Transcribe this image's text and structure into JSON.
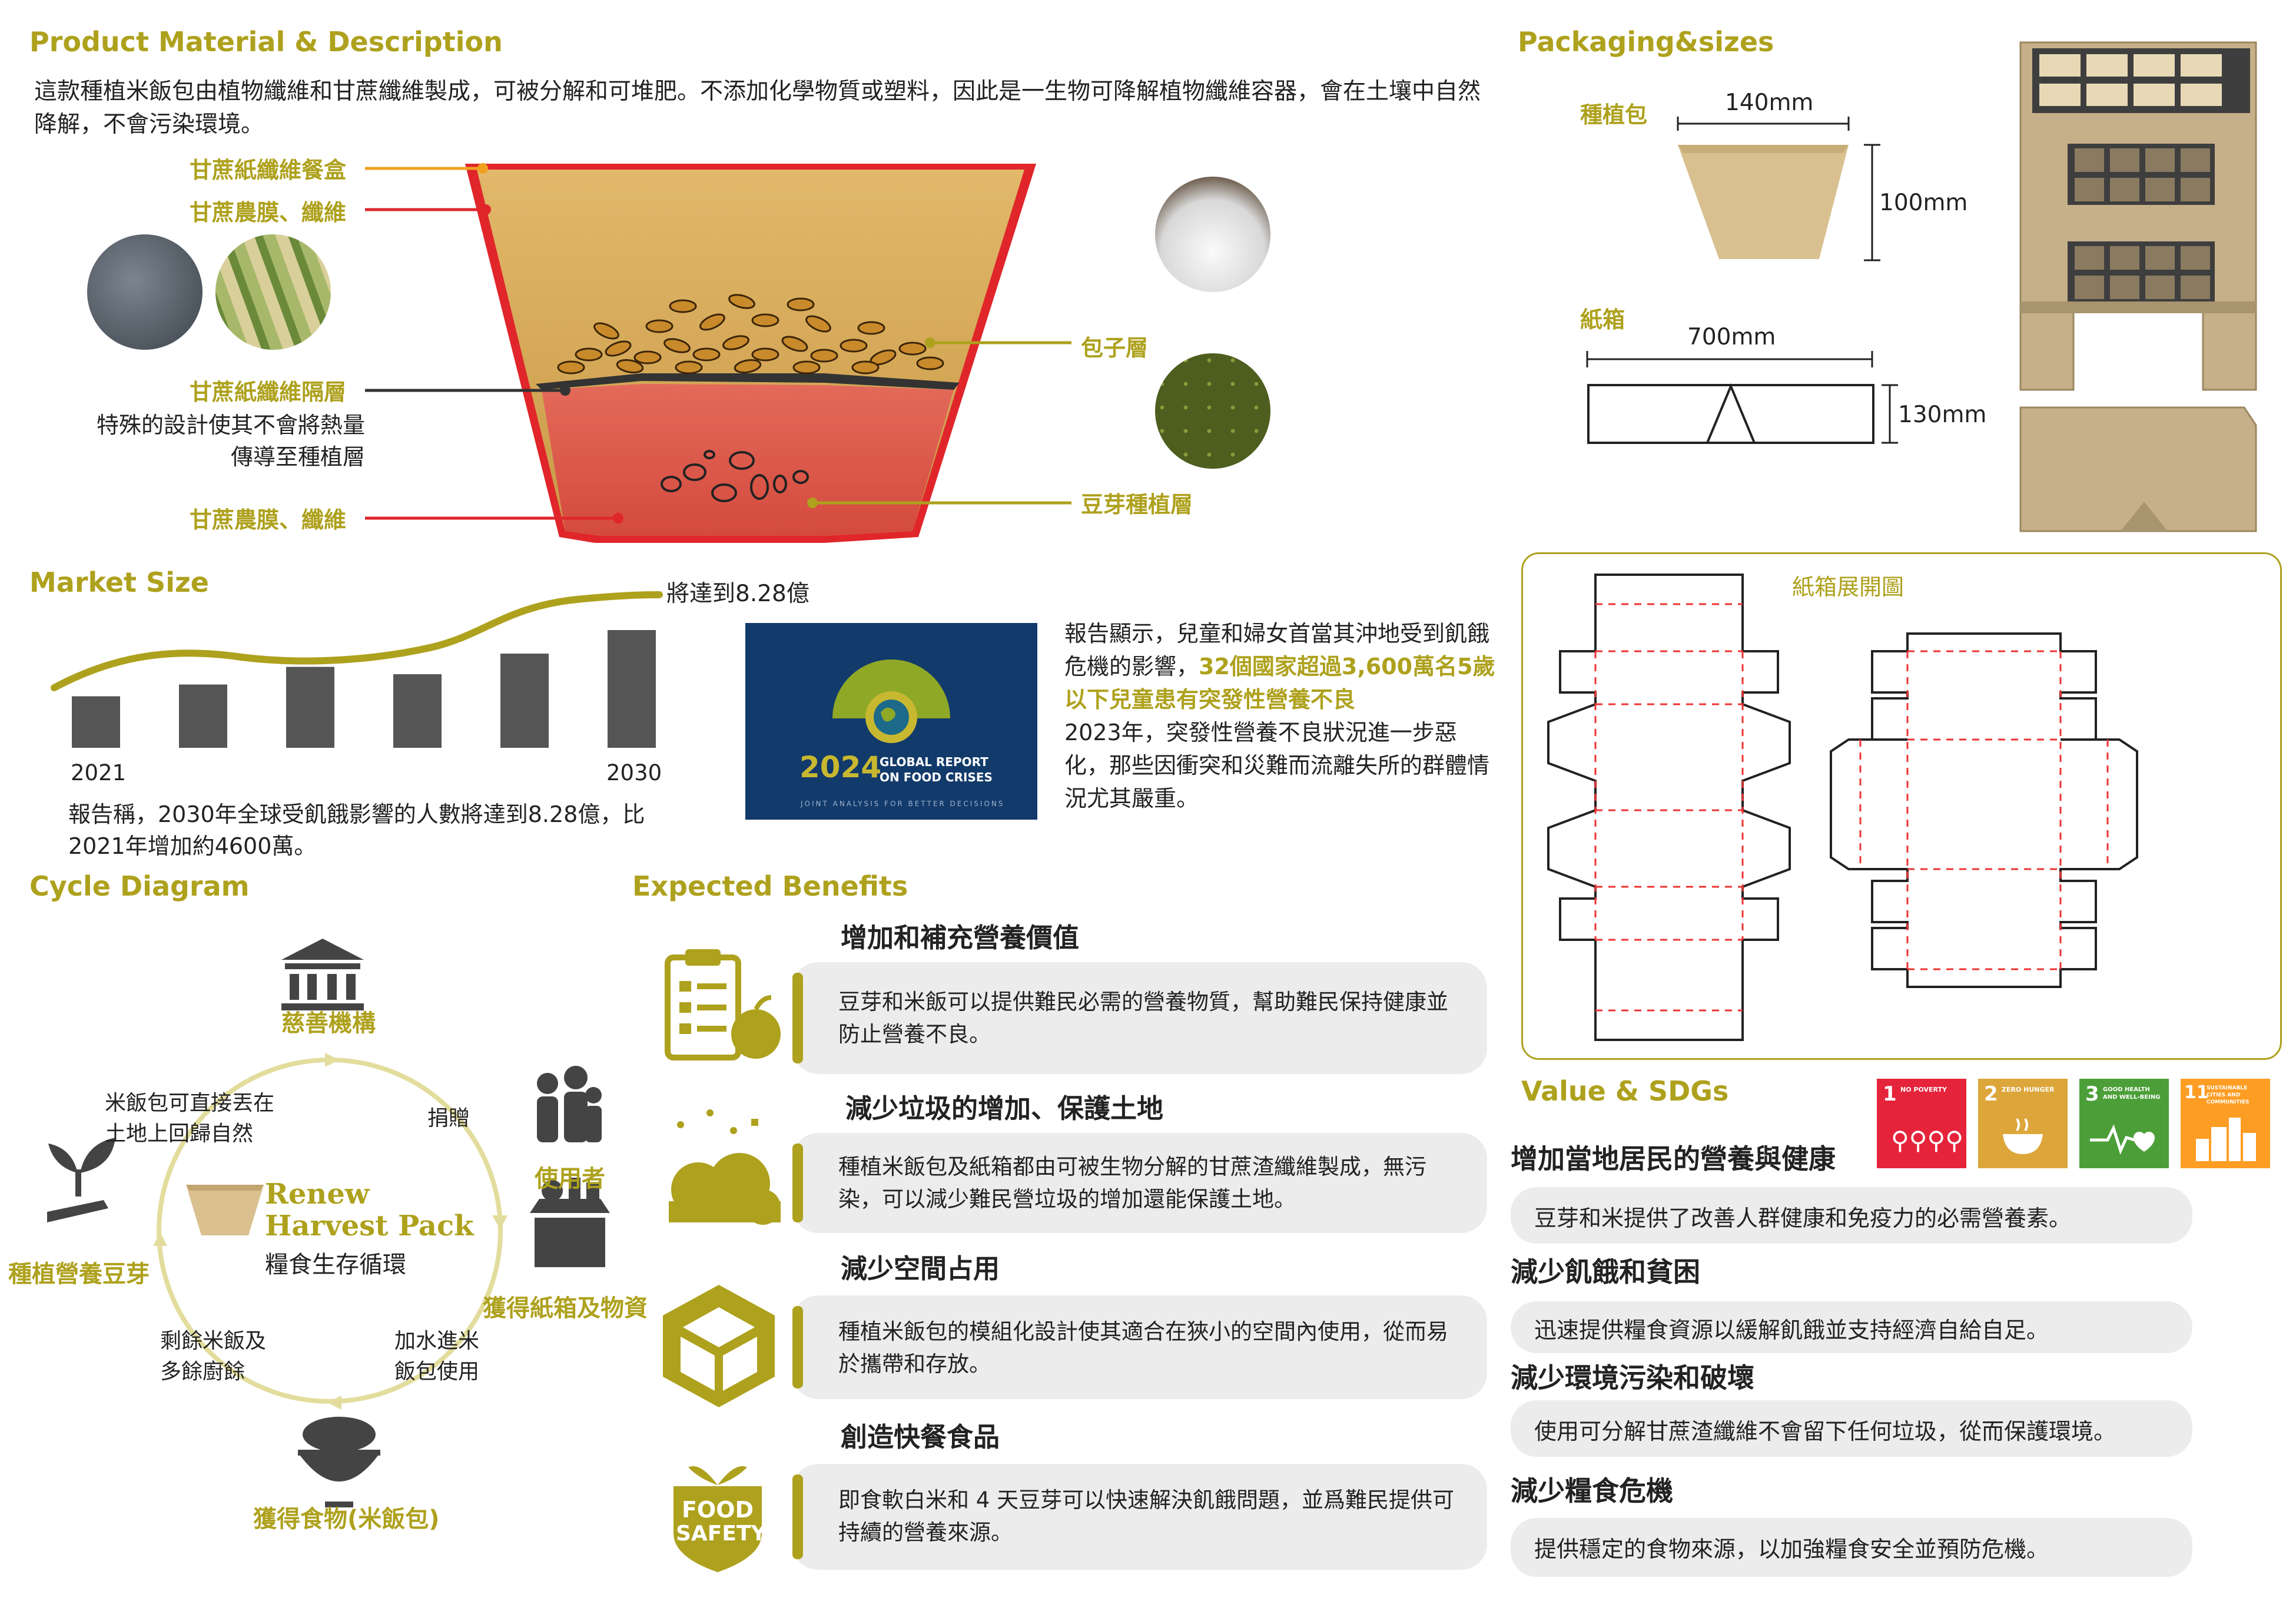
{
  "sections": {
    "material": "Product Material & Description",
    "packaging": "Packaging&sizes",
    "market": "Market Size",
    "cycle": "Cycle Diagram",
    "benefits": "Expected Benefits",
    "value": "Value & SDGs"
  },
  "material": {
    "description": "這款種植米飯包由植物纖維和甘蔗纖維製成，可被分解和可堆肥。不添加化學物質或塑料，因此是一生物可降解植物纖維容器，會在土壤中自然降解，不會污染環境。",
    "label_box": "甘蔗紙纖維餐盒",
    "label_film_top": "甘蔗農膜、纖維",
    "label_divider": "甘蔗紙纖維隔層",
    "divider_note": "特殊的設計使其不會將熱量傳導至種植層",
    "label_film_bottom": "甘蔗農膜、纖維",
    "label_rice": "包子層",
    "label_sprout": "豆芽種植層"
  },
  "packaging": {
    "pack_label": "種植包",
    "pack_width": "140mm",
    "pack_height": "100mm",
    "box_label": "紙箱",
    "box_width": "700mm",
    "box_height": "130mm",
    "unfold_label": "紙箱展開圖"
  },
  "market": {
    "callout": "將達到8.28億",
    "x_start": "2021",
    "x_end": "2030",
    "caption": "報告稱，2030年全球受飢餓影響的人數將達到8.28億，比2021年增加約4600萬。",
    "report_year": "2024",
    "report_title_1": "GLOBAL REPORT",
    "report_title_2": "ON FOOD CRISES",
    "report_sub": "JOINT ANALYSIS FOR BETTER DECISIONS",
    "text_1": "報告顯示，兒童和婦女首當其沖地受到飢餓危機的影響，",
    "text_highlight": "32個國家超過3,600萬名5歲以下兒童患有突發性營養不良",
    "text_2": "2023年，突發性營養不良狀況進一步惡化，那些因衝突和災難而流離失所的群體情況尤其嚴重。"
  },
  "chart_data": {
    "type": "bar",
    "categories": [
      "2021",
      "",
      "",
      "",
      "",
      "2030"
    ],
    "values": [
      35,
      43,
      55,
      50,
      64,
      80
    ],
    "ylim": [
      0,
      100
    ],
    "trend": "line"
  },
  "cycle": {
    "charity": "慈善機構",
    "user": "使用者",
    "supplies": "獲得紙箱及物資",
    "food": "獲得食物(米飯包)",
    "plant": "種植營養豆芽",
    "donate": "捐贈",
    "add_water_1": "加水進米",
    "add_water_2": "飯包使用",
    "leftover_1": "剩餘米飯及",
    "leftover_2": "多餘廚餘",
    "return_1": "米飯包可直接丟在",
    "return_2": "土地上回歸自然",
    "brand_1": "Renew",
    "brand_2": "Harvest Pack",
    "center_sub": "糧食生存循環"
  },
  "benefits": [
    {
      "title": "增加和補充營養價值",
      "text": "豆芽和米飯可以提供難民必需的營養物質，幫助難民保持健康並防止營養不良。"
    },
    {
      "title": "減少垃圾的增加、保護土地",
      "text": "種植米飯包及紙箱都由可被生物分解的甘蔗渣纖維製成，無污染，可以減少難民營垃圾的增加還能保護土地。"
    },
    {
      "title": "減少空間占用",
      "text": "種植米飯包的模組化設計使其適合在狹小的空間內使用，從而易於攜帶和存放。"
    },
    {
      "title": "創造快餐食品",
      "text": "即食軟白米和 4 天豆芽可以快速解決飢餓問題，並爲難民提供可持續的營養來源。"
    }
  ],
  "food_safety_1": "FOOD",
  "food_safety_2": "SAFETY",
  "sdg_tiles": [
    {
      "num": "1",
      "label": "NO POVERTY",
      "color": "#e5243b"
    },
    {
      "num": "2",
      "label": "ZERO HUNGER",
      "color": "#dda63a"
    },
    {
      "num": "3",
      "label": "GOOD HEALTH AND WELL-BEING",
      "color": "#4c9f38"
    },
    {
      "num": "11",
      "label": "SUSTAINABLE CITIES AND COMMUNITIES",
      "color": "#fd9d24"
    }
  ],
  "values": [
    {
      "title": "增加當地居民的營養與健康",
      "text": "豆芽和米提供了改善人群健康和免疫力的必需營養素。"
    },
    {
      "title": "減少飢餓和貧困",
      "text": "迅速提供糧食資源以緩解飢餓並支持經濟自給自足。"
    },
    {
      "title": "減少環境污染和破壞",
      "text": "使用可分解甘蔗渣纖維不會留下任何垃圾，從而保護環境。"
    },
    {
      "title": "減少糧食危機",
      "text": "提供穩定的食物來源，以加強糧食安全並預防危機。"
    }
  ],
  "colors": {
    "accent": "#aea11d",
    "red": "#e0262b",
    "pulp": "#d9b26a",
    "report_blue": "#123a6b"
  }
}
